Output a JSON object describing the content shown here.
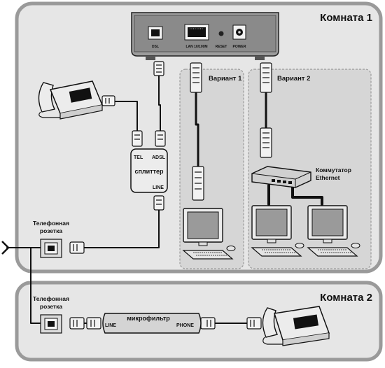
{
  "rooms": {
    "room1": "Комната 1",
    "room2": "Комната 2"
  },
  "router": {
    "ports": {
      "dsl": "DSL",
      "lan": "LAN 10/100M",
      "reset": "RESET",
      "power": "POWER"
    }
  },
  "variants": {
    "v1": "Вариант 1",
    "v2": "Вариант 2"
  },
  "splitter": {
    "title": "сплиттер",
    "tel": "TEL",
    "adsl": "ADSL",
    "line": "LINE"
  },
  "switch_label": [
    "Коммутатор",
    "Ethernet"
  ],
  "socket1_label": [
    "Телефонная",
    "розетка"
  ],
  "socket2_label": [
    "Телефонная",
    "розетка"
  ],
  "microfilter": {
    "title": "микрофильтр",
    "line": "LINE",
    "phone": "PHONE"
  },
  "colors": {
    "room_fill": "#e6e6e6",
    "room_border": "#9a9a9a",
    "variant_fill": "#d6d6d6",
    "cable": "#111111"
  }
}
